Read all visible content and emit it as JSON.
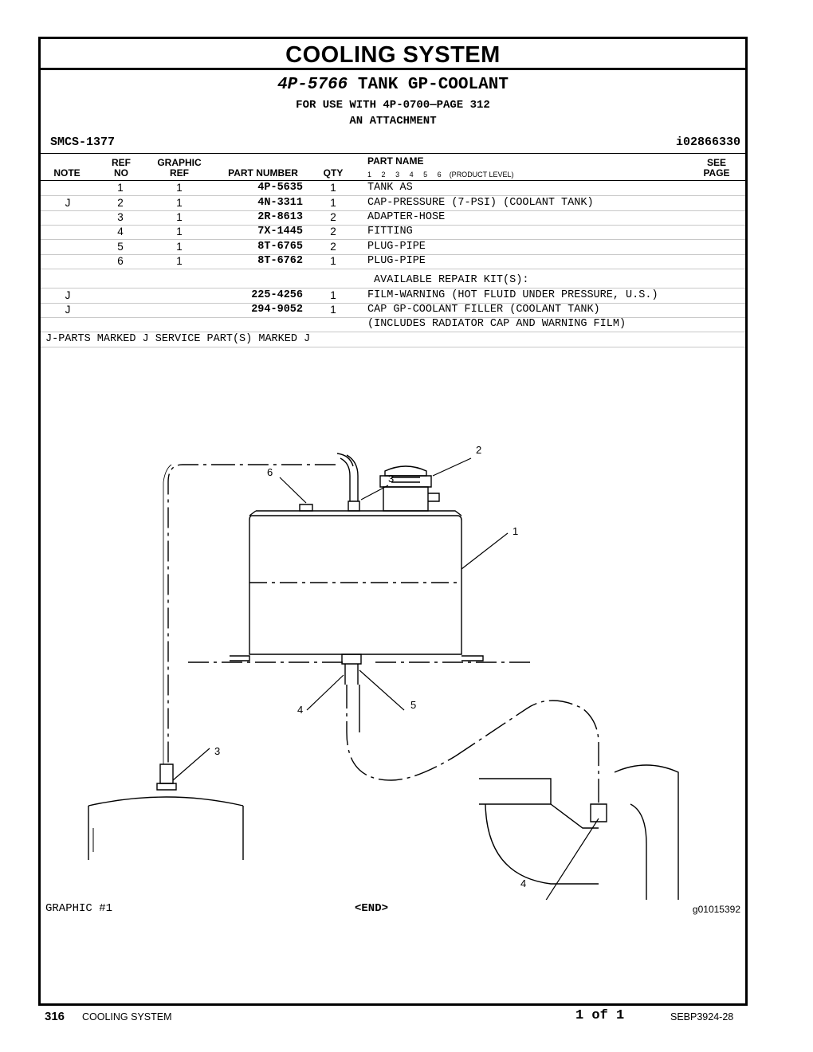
{
  "section_title": "COOLING SYSTEM",
  "group": {
    "part_number": "4P-5766",
    "name": "TANK GP-COOLANT",
    "use_line": "FOR USE WITH 4P-0700—PAGE 312",
    "attachment_line": "AN ATTACHMENT"
  },
  "smcs": "SMCS-1377",
  "illustration_id": "i02866330",
  "columns": {
    "note": "NOTE",
    "ref_line1": "REF",
    "ref_line2": "NO",
    "graphic_line1": "GRAPHIC",
    "graphic_line2": "REF",
    "part_number": "PART NUMBER",
    "qty": "QTY",
    "part_name": "PART NAME",
    "product_levels": [
      "1",
      "2",
      "3",
      "4",
      "5",
      "6"
    ],
    "product_level_label": "(PRODUCT LEVEL)",
    "see_line1": "SEE",
    "see_line2": "PAGE"
  },
  "parts": [
    {
      "note": "",
      "ref": "1",
      "graphic": "1",
      "part_number": "4P-5635",
      "qty": "1",
      "name": "TANK AS"
    },
    {
      "note": "J",
      "ref": "2",
      "graphic": "1",
      "part_number": "4N-3311",
      "qty": "1",
      "name": "CAP-PRESSURE (7-PSI) (COOLANT TANK)"
    },
    {
      "note": "",
      "ref": "3",
      "graphic": "1",
      "part_number": "2R-8613",
      "qty": "2",
      "name": "ADAPTER-HOSE"
    },
    {
      "note": "",
      "ref": "4",
      "graphic": "1",
      "part_number": "7X-1445",
      "qty": "2",
      "name": "FITTING"
    },
    {
      "note": "",
      "ref": "5",
      "graphic": "1",
      "part_number": "8T-6765",
      "qty": "2",
      "name": "PLUG-PIPE"
    },
    {
      "note": "",
      "ref": "6",
      "graphic": "1",
      "part_number": "8T-6762",
      "qty": "1",
      "name": "PLUG-PIPE"
    }
  ],
  "repair_kits_heading": "AVAILABLE REPAIR KIT(S):",
  "repair_kits": [
    {
      "note": "J",
      "part_number": "225-4256",
      "qty": "1",
      "name": "FILM-WARNING (HOT FLUID UNDER PRESSURE, U.S.)"
    },
    {
      "note": "J",
      "part_number": "294-9052",
      "qty": "1",
      "name": "CAP GP-COOLANT FILLER (COOLANT TANK)"
    }
  ],
  "repair_kit_continuation": "(INCLUDES RADIATOR CAP AND WARNING FILM)",
  "footnote": "J-PARTS MARKED J SERVICE PART(S) MARKED J",
  "callouts": [
    "3",
    "2",
    "6",
    "1",
    "3",
    "4",
    "5",
    "4"
  ],
  "graphic_label": "GRAPHIC #1",
  "end_marker": "<END>",
  "graphic_id": "g01015392",
  "footer": {
    "page_number": "316",
    "section": "COOLING SYSTEM",
    "page_count": "1 of 1",
    "document": "SEBP3924-28"
  }
}
